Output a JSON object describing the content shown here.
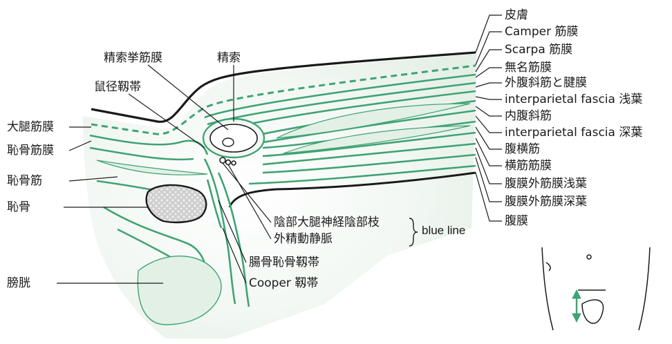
{
  "colors": {
    "layer": "#3fa373",
    "tint": "#eef5ef",
    "ink": "#1a1a1a",
    "bone": "#bdbdbd"
  },
  "labels_right": [
    "皮膚",
    "Camper 筋膜",
    "Scarpa 筋膜",
    "無名筋膜",
    "外腹斜筋と腱膜",
    "interparietal fascia 浅葉",
    "内腹斜筋",
    "interparietal fascia 深葉",
    "腹横筋",
    "横筋筋膜",
    "腹膜外筋膜浅葉",
    "腹膜外筋膜深葉",
    "腹膜"
  ],
  "labels_left": [
    "大腿筋膜",
    "恥骨筋膜",
    "恥骨筋",
    "恥骨",
    "膀胱"
  ],
  "labels_top": {
    "cremaster": "精索挙筋膜",
    "cord": "精索",
    "inguinal_ligament": "鼠径靱帯"
  },
  "labels_bottom": {
    "pudendal_branch": "陰部大腿神経陰部枝",
    "spermatic_vessels": "外精動静脈",
    "blue_line": "blue line",
    "iliopubic_tract": "腸骨恥骨靱帯",
    "cooper": "Cooper 靱帯"
  },
  "inset": {
    "icon": "arrow-up-down-icon"
  }
}
